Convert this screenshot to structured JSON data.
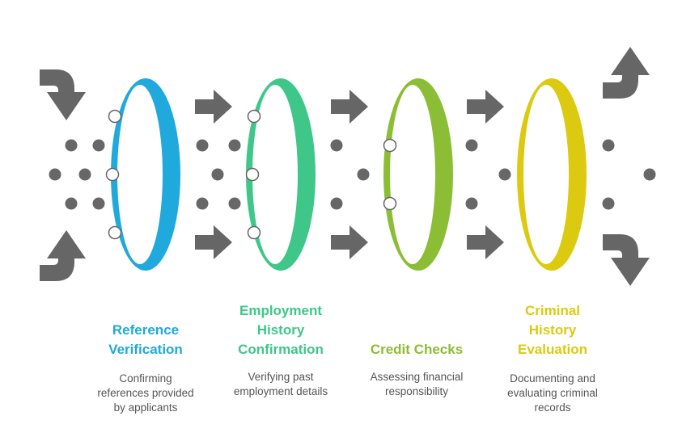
{
  "colors": {
    "arrow": "#666666",
    "dot": "#676767"
  },
  "stages": [
    {
      "title": [
        "Reference",
        "Verification"
      ],
      "description": [
        "Confirming",
        "references provided",
        "by applicants"
      ],
      "color": "#1fa9dc"
    },
    {
      "title": [
        "Employment",
        "History",
        "Confirmation"
      ],
      "description": [
        "Verifying past",
        "employment details"
      ],
      "color": "#3ec788"
    },
    {
      "title": [
        "Credit Checks"
      ],
      "description": [
        "Assessing financial",
        "responsibility"
      ],
      "color": "#8bbd35"
    },
    {
      "title": [
        "Criminal",
        "History",
        "Evaluation"
      ],
      "description": [
        "Documenting and",
        "evaluating criminal",
        "records"
      ],
      "color": "#dcca10"
    }
  ]
}
